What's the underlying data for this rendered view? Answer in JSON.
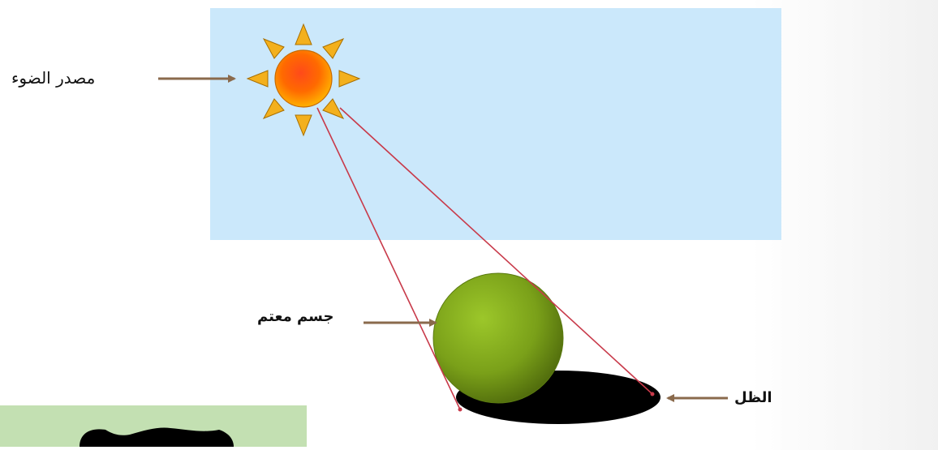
{
  "labels": {
    "light_source": "مصدر الضوء",
    "opaque_object": "جسم معتم",
    "shadow": "الظل"
  },
  "colors": {
    "sky": "#cbe8fb",
    "sun_core": "#ff6a00",
    "sun_rays": "#f3b01d",
    "ball": "#7fa41c",
    "rays": "#c83a4a",
    "arrows": "#8a6a4c",
    "shadow": "#000000",
    "bottom_panel": "#c3e0b2"
  },
  "icons": [
    "sun-icon",
    "sphere-icon",
    "arrow-icon"
  ]
}
